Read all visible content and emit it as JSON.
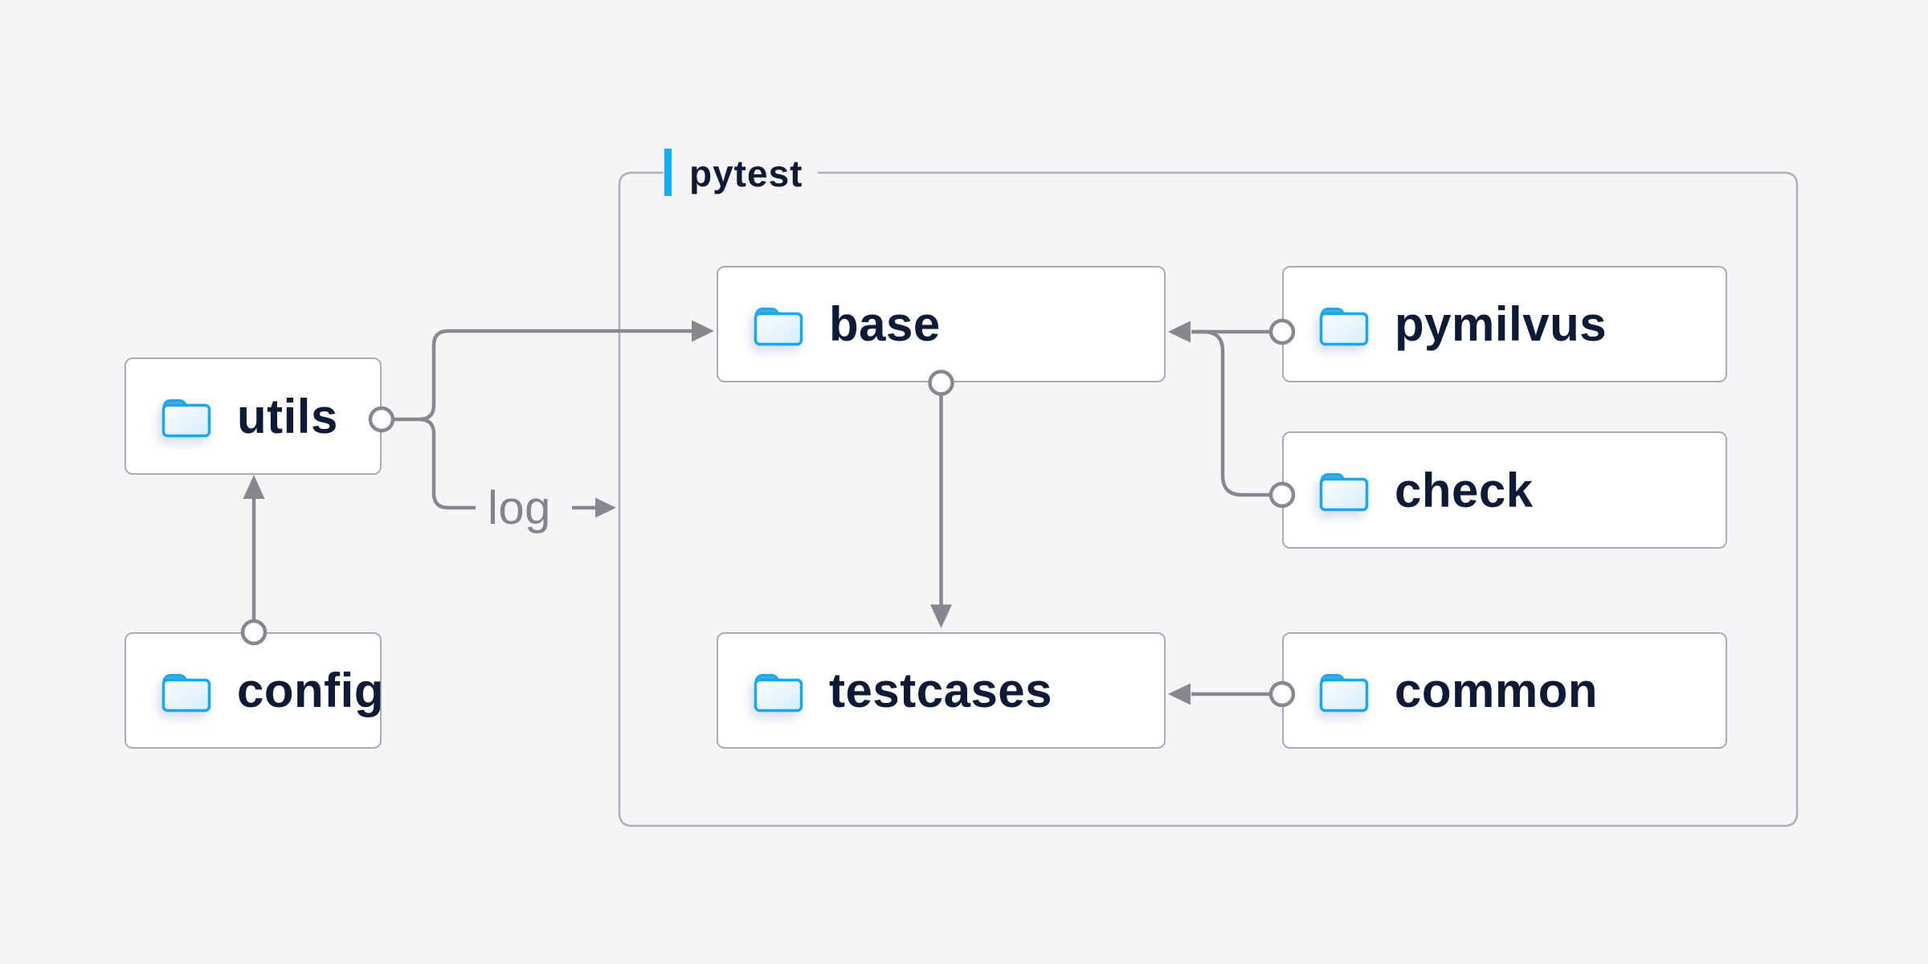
{
  "canvas": {
    "background": "#f5f5f7"
  },
  "group": {
    "label": "pytest",
    "accent_color": "#0fb0f0",
    "border_color": "#aeafb9"
  },
  "nodes": {
    "utils": {
      "label": "utils",
      "icon": "folder-icon"
    },
    "config": {
      "label": "config",
      "icon": "folder-icon"
    },
    "base": {
      "label": "base",
      "icon": "folder-icon"
    },
    "pymilvus": {
      "label": "pymilvus",
      "icon": "folder-icon"
    },
    "check": {
      "label": "check",
      "icon": "folder-icon"
    },
    "testcases": {
      "label": "testcases",
      "icon": "folder-icon"
    },
    "common": {
      "label": "common",
      "icon": "folder-icon"
    }
  },
  "edges": {
    "log_label": "log",
    "connections": [
      {
        "from": "config",
        "to": "utils"
      },
      {
        "from": "utils",
        "to": "base"
      },
      {
        "from": "utils",
        "to": "pytest",
        "label": "log"
      },
      {
        "from": "pymilvus",
        "to": "base"
      },
      {
        "from": "check",
        "to": "base"
      },
      {
        "from": "base",
        "to": "testcases"
      },
      {
        "from": "common",
        "to": "testcases"
      }
    ]
  },
  "colors": {
    "node_text": "#0e1b36",
    "node_border": "#a9abb6",
    "connector": "#87888f",
    "edge_label_text": "#83848d",
    "folder_outline": "#1ba7ec",
    "folder_tab": "#45aadd",
    "folder_fill_light": "#fbfdff",
    "folder_fill_dark": "#d6ecfa"
  }
}
